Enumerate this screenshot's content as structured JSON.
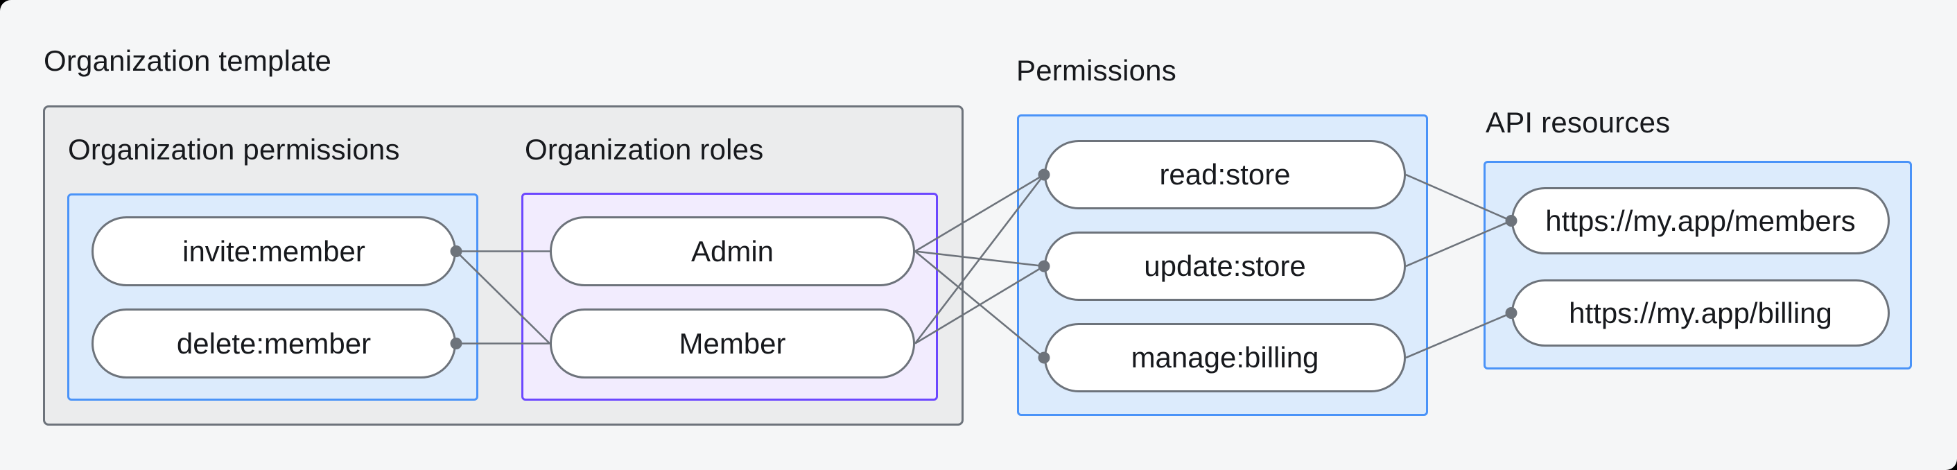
{
  "diagram": {
    "organization_template": {
      "title": "Organization template",
      "organization_permissions": {
        "title": "Organization permissions",
        "nodes": [
          "invite:member",
          "delete:member"
        ]
      },
      "organization_roles": {
        "title": "Organization roles",
        "nodes": [
          "Admin",
          "Member"
        ]
      }
    },
    "permissions": {
      "title": "Permissions",
      "nodes": [
        "read:store",
        "update:store",
        "manage:billing"
      ]
    },
    "api_resources": {
      "title": "API resources",
      "nodes": [
        "https://my.app/members",
        "https://my.app/billing"
      ]
    },
    "edges": [
      {
        "from": "invite:member",
        "to": "Admin"
      },
      {
        "from": "invite:member",
        "to": "Member"
      },
      {
        "from": "delete:member",
        "to": "Member"
      },
      {
        "from": "Admin",
        "to": "read:store"
      },
      {
        "from": "Admin",
        "to": "update:store"
      },
      {
        "from": "Admin",
        "to": "manage:billing"
      },
      {
        "from": "Member",
        "to": "read:store"
      },
      {
        "from": "Member",
        "to": "update:store"
      },
      {
        "from": "read:store",
        "to": "https://my.app/members"
      },
      {
        "from": "update:store",
        "to": "https://my.app/members"
      },
      {
        "from": "manage:billing",
        "to": "https://my.app/billing"
      }
    ],
    "colors": {
      "page_background": "#f5f6f7",
      "template_box_fill": "#ebeced",
      "template_box_border": "#6d737b",
      "blue_box_fill": "#dcebfc",
      "blue_box_border": "#4a93f8",
      "purple_box_fill": "#f2ecfe",
      "purple_box_border": "#6c47ff",
      "node_fill": "#ffffff",
      "node_border": "#6d737b",
      "connector": "#6d737b",
      "text": "#17191d"
    }
  }
}
